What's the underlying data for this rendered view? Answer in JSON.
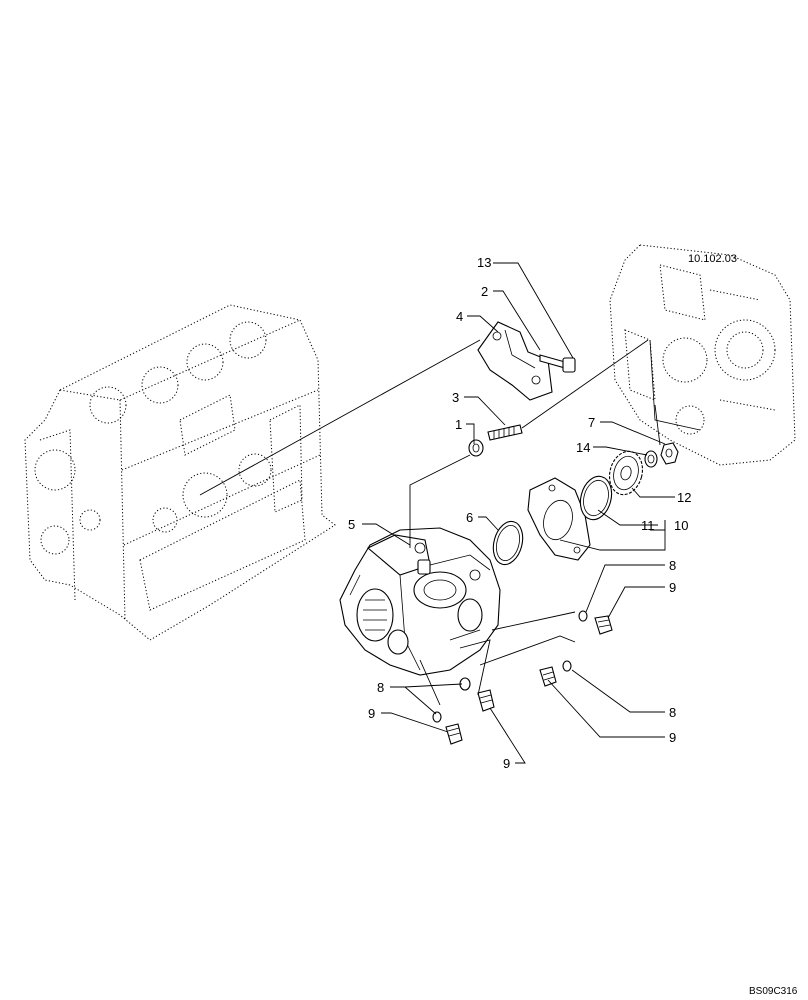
{
  "diagram": {
    "reference": "10.102.03",
    "code": "BS09C316",
    "callouts": {
      "c1": "1",
      "c2": "2",
      "c3": "3",
      "c4": "4",
      "c5": "5",
      "c6": "6",
      "c7": "7",
      "c8a": "8",
      "c8b": "8",
      "c8c": "8",
      "c9a": "9",
      "c9b": "9",
      "c9c": "9",
      "c9d": "9",
      "c10": "10",
      "c11": "11",
      "c12": "12",
      "c13": "13",
      "c14": "14"
    }
  }
}
